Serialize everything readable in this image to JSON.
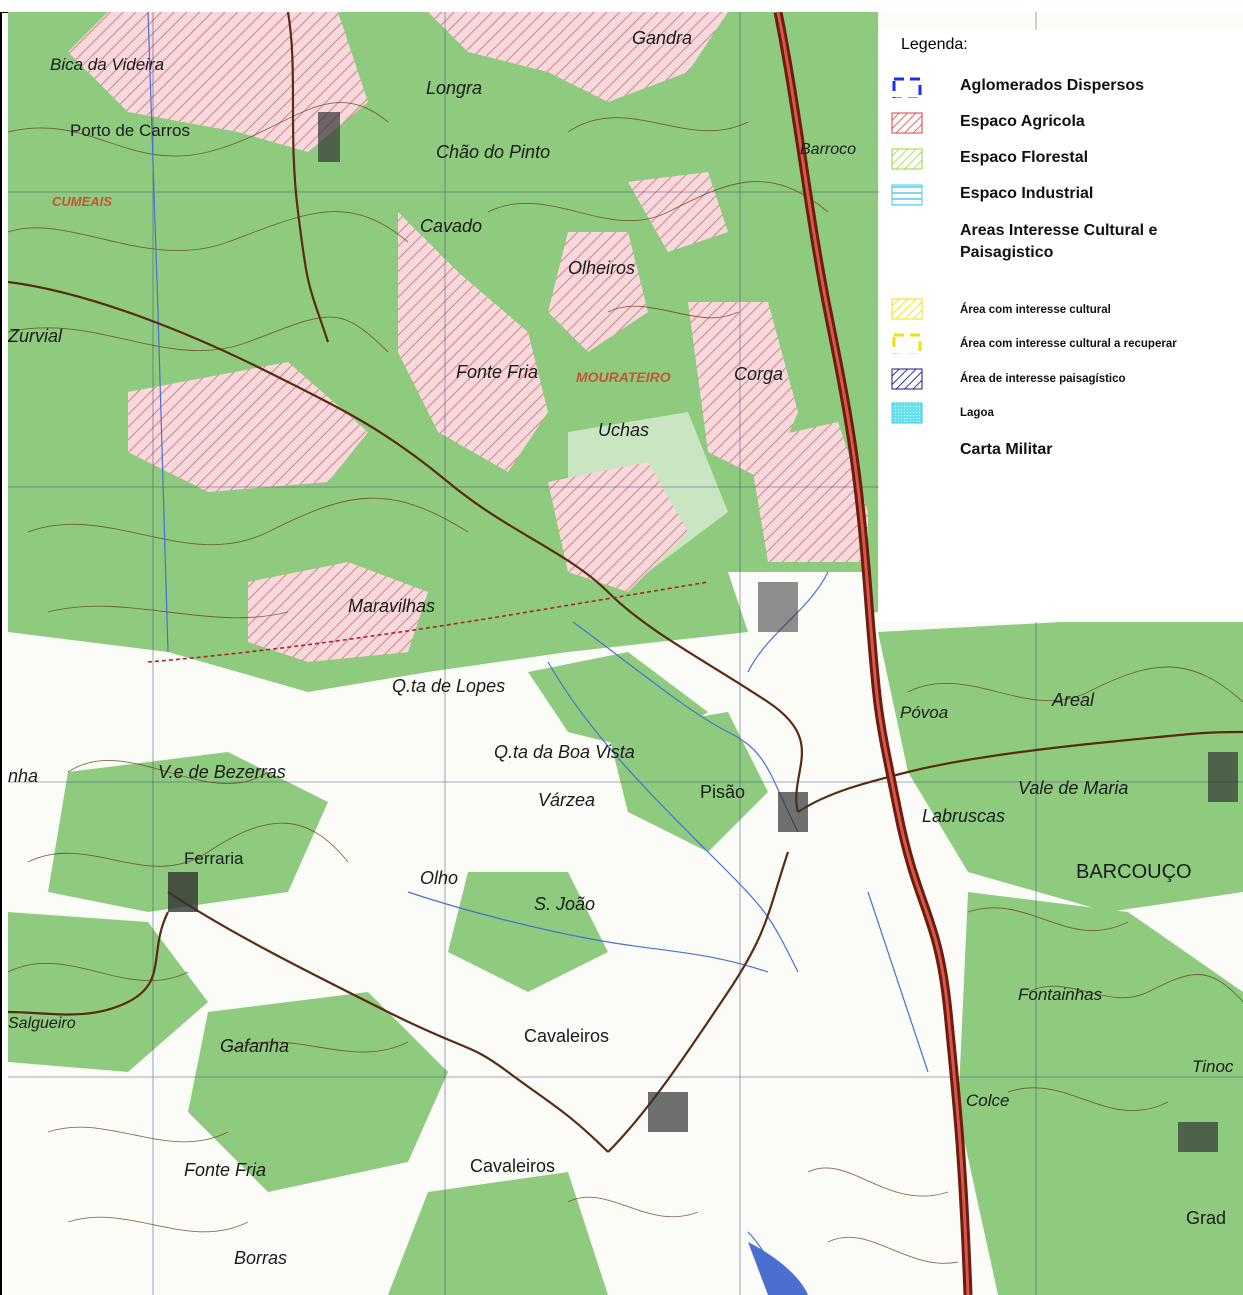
{
  "legend": {
    "title": "Legenda:",
    "items": [
      {
        "label": "Aglomerados Dispersos",
        "icon": "dashed-blue-box-icon"
      },
      {
        "label": "Espaco Agricola",
        "icon": "red-hatch-icon"
      },
      {
        "label": "Espaco Florestal",
        "icon": "green-hatch-icon"
      },
      {
        "label": "Espaco Industrial",
        "icon": "cyan-lines-icon"
      },
      {
        "label": "Areas Interesse Cultural e Paisagistico",
        "icon": ""
      },
      {
        "label": "Área com interesse cultural",
        "icon": "yellow-hatch-icon"
      },
      {
        "label": "Área com interesse cultural a recuperar",
        "icon": "dashed-yellow-box-icon"
      },
      {
        "label": "Área de interesse paisagístico",
        "icon": "navy-hatch-icon"
      },
      {
        "label": "Lagoa",
        "icon": "cyan-dot-icon"
      },
      {
        "label": "Carta Militar",
        "icon": ""
      }
    ]
  },
  "places": [
    "Bica da Videira",
    "Porto de Carros",
    "CUMEAIS",
    "Longra",
    "Gandra",
    "Chão do Pinto",
    "Barroco",
    "Cavado",
    "Olheiros",
    "Zurvial",
    "Fonte Fria",
    "MOURATEIRO",
    "Corga",
    "Uchas",
    "Maravilhas",
    "Q.ta de Lopes",
    "Póvoa",
    "Areal",
    "Q.ta da Boa Vista",
    "V.e de Bezerras",
    "Várzea",
    "Pisão",
    "Vale de Maria",
    "Labruscas",
    "BARCOUÇO",
    "Ferraria",
    "Olho",
    "S. João",
    "Fontainhas",
    "Cavaleiros",
    "Salgueiro",
    "Gafanha",
    "Colce",
    "Tinoc",
    "Fonte Fria",
    "Cavaleiros",
    "Grad",
    "Borras",
    "nha"
  ],
  "colors": {
    "forest": "#8ecb7e",
    "agricultural_hatch": "#e58a8a",
    "road": "#9e2a1c",
    "water": "#4a6fd1",
    "contour": "#6b3a1e"
  }
}
